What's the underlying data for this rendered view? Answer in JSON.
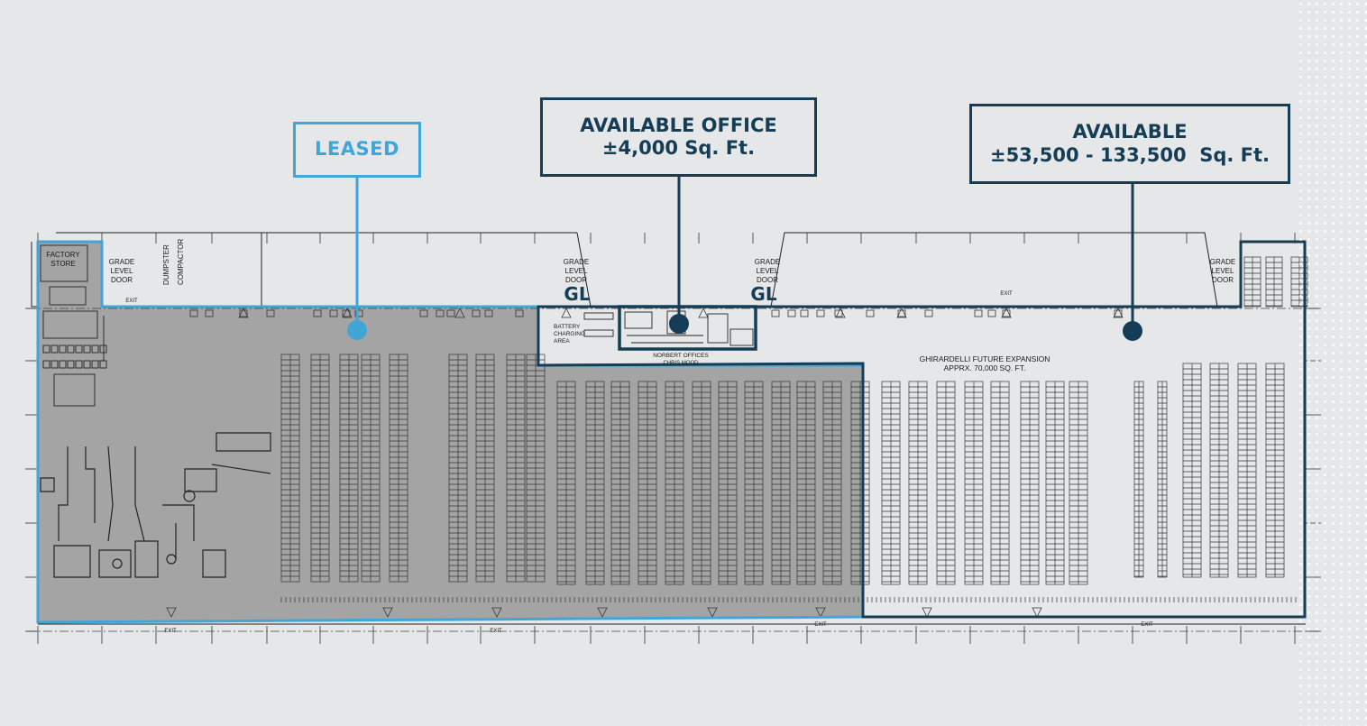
{
  "callouts": {
    "leased": {
      "line1": "LEASED",
      "color": "#42a5d8"
    },
    "office": {
      "line1": "AVAILABLE OFFICE",
      "line2": "±4,000 Sq. Ft.",
      "color": "#153d56"
    },
    "warehouse": {
      "line1": "AVAILABLE",
      "line2": "±53,500 - 133,500  Sq. Ft.",
      "color": "#153d56"
    }
  },
  "plan_labels": {
    "factory_store_1": "FACTORY",
    "factory_store_2": "STORE",
    "grade_level_door_a": [
      "GRADE",
      "LEVEL",
      "DOOR"
    ],
    "grade_level_door_b": [
      "GRADE",
      "LEVEL",
      "DOOR"
    ],
    "grade_level_door_c": [
      "GRADE",
      "LEVEL",
      "DOOR"
    ],
    "grade_level_door_d": [
      "GRADE",
      "LEVEL",
      "DOOR"
    ],
    "dumpster": "DUMPSTER",
    "compactor": "COMPACTOR",
    "gl_a": "GL",
    "gl_b": "GL",
    "battery_charging": [
      "BATTERY",
      "CHARGING",
      "AREA"
    ],
    "offices": "NORBERT OFFICES",
    "offices_sub": "CHRIS MOOD",
    "expansion_1": "GHIRARDELLI FUTURE EXPANSION",
    "expansion_2": "APPRX. 70,000 SQ. FT.",
    "exit": "EXIT"
  },
  "colors": {
    "leased_fill": "#a4a4a4",
    "leased_outline": "#42a5d8",
    "available_outline": "#153d56",
    "background": "#e6e7e8"
  }
}
